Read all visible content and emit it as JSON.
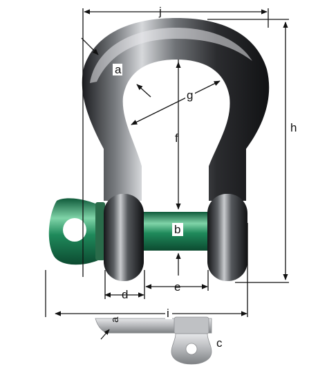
{
  "diagram": {
    "labels": {
      "a": "a",
      "b": "b",
      "c": "c",
      "d": "d",
      "e": "e",
      "f": "f",
      "g": "g",
      "h": "h",
      "i": "i",
      "j": "j",
      "a_side": "a"
    },
    "colors": {
      "body_dark": "#1e1f22",
      "body_mid": "#6e7175",
      "body_light": "#d3d5d8",
      "pin_green": "#1f8a5b",
      "pin_light": "#7fd4a8",
      "side_gray": "#a3a5a8",
      "dimension_line": "#111111"
    }
  }
}
